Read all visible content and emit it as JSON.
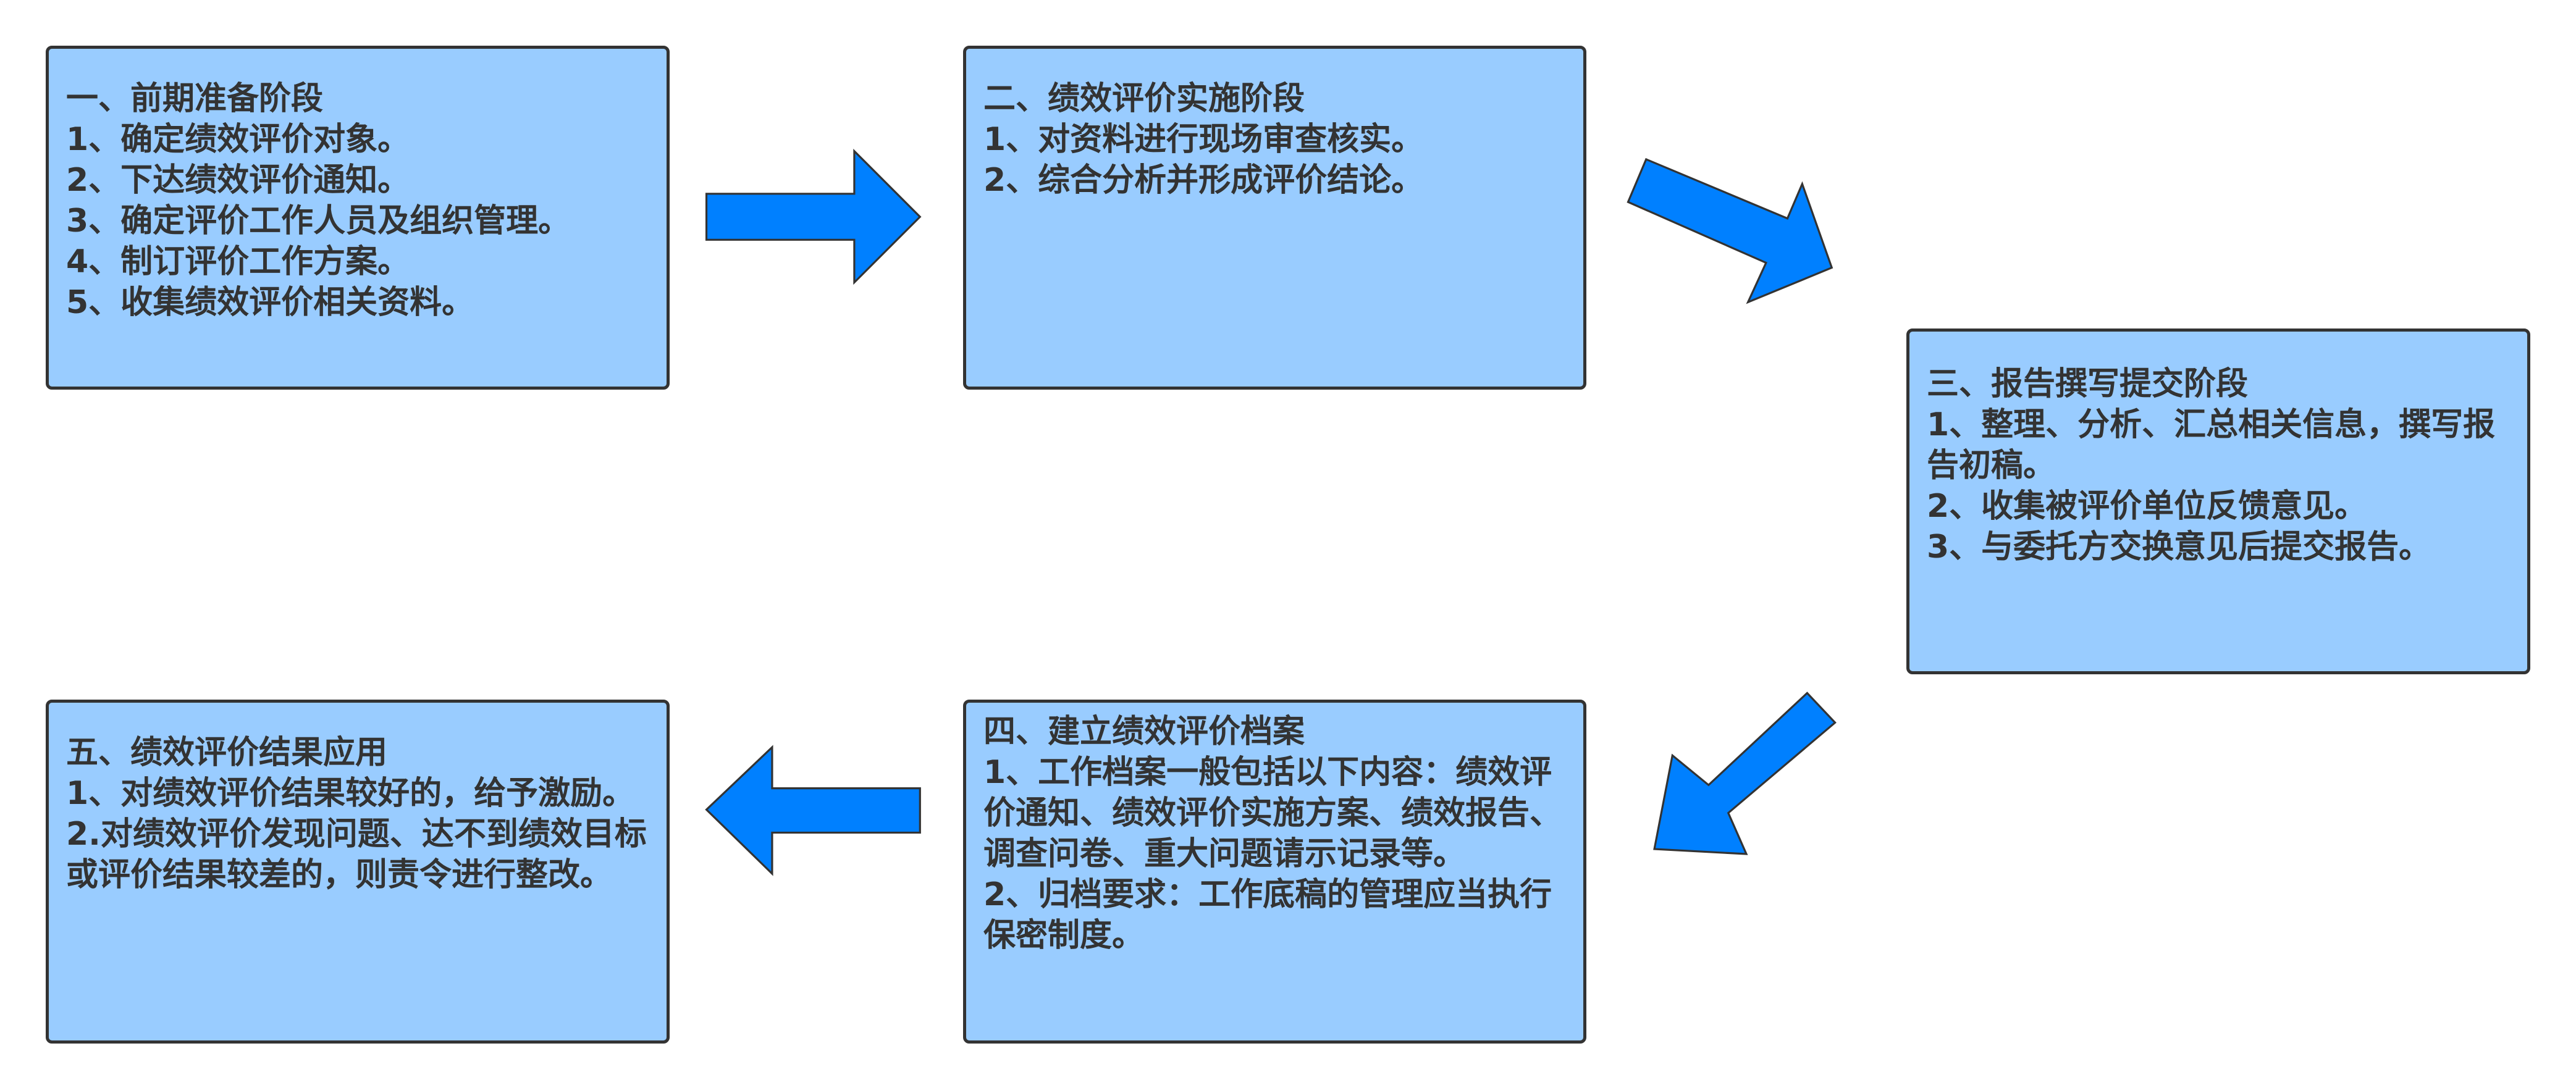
{
  "colors": {
    "box_fill": "#99ccff",
    "box_border": "#333333",
    "arrow_fill": "#0080ff",
    "text": "#333333"
  },
  "stages": [
    {
      "lines": [
        "一、前期准备阶段",
        "1、确定绩效评价对象。",
        "2、下达绩效评价通知。",
        "3、确定评价工作人员及组织管理。",
        "4、制订评价工作方案。",
        "5、收集绩效评价相关资料。"
      ]
    },
    {
      "lines": [
        "二、绩效评价实施阶段",
        "1、对资料进行现场审查核实。",
        "2、综合分析并形成评价结论。"
      ]
    },
    {
      "lines": [
        "三、报告撰写提交阶段",
        "1、整理、分析、汇总相关信息，撰写报告初稿。",
        "2、收集被评价单位反馈意见。",
        "3、与委托方交换意见后提交报告。"
      ]
    },
    {
      "lines": [
        "四、建立绩效评价档案",
        "1、工作档案一般包括以下内容：绩效评价通知、绩效评价实施方案、绩效报告、调查问卷、重大问题请示记录等。",
        "2、归档要求：工作底稿的管理应当执行保密制度。"
      ]
    },
    {
      "lines": [
        "五、绩效评价结果应用",
        "1、对绩效评价结果较好的，给予激励。",
        "2.对绩效评价发现问题、达不到绩效目标或评价结果较差的，则责令进行整改。"
      ]
    }
  ]
}
